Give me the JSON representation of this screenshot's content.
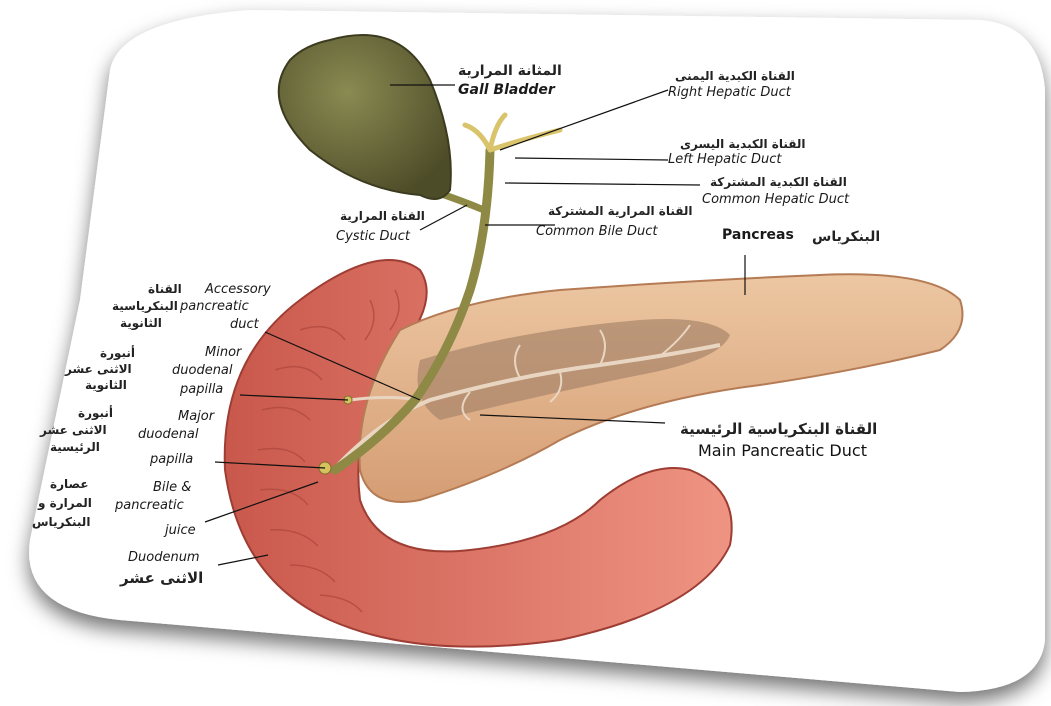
{
  "labels": {
    "gall_bladder_ar": "المثانة المرارية",
    "gall_bladder_en": "Gall Bladder",
    "right_hepatic_ar": "القناة الكبدية اليمنى",
    "right_hepatic_en": "Right Hepatic Duct",
    "left_hepatic_ar": "القناة الكبدية اليسرى",
    "left_hepatic_en": "Left Hepatic Duct",
    "common_hepatic_ar": "القناة الكبدية المشتركة",
    "common_hepatic_en": "Common Hepatic Duct",
    "cystic_ar": "القناة المرارية",
    "cystic_en": "Cystic Duct",
    "common_bile_ar": "القناة المرارية المشتركة",
    "common_bile_en": "Common Bile Duct",
    "pancreas_en": "Pancreas",
    "pancreas_ar": "البنكرياس",
    "accessory_ar_1": "القناة",
    "accessory_ar_2": "البنكرياسية",
    "accessory_ar_3": "الثانوية",
    "accessory_en_1": "Accessory",
    "accessory_en_2": "pancreatic",
    "accessory_en_3": "duct",
    "minor_ar_1": "أنبورة",
    "minor_ar_2": "الاثنى عشر",
    "minor_ar_3": "الثانوية",
    "minor_en_1": "Minor",
    "minor_en_2": "duodenal",
    "minor_en_3": "papilla",
    "major_ar_1": "أنبورة",
    "major_ar_2": "الاثنى عشر",
    "major_ar_3": "الرئيسية",
    "major_en_1": "Major",
    "major_en_2": "duodenal",
    "major_en_3": "papilla",
    "juice_ar_1": "عصارة",
    "juice_ar_2": "المرارة و",
    "juice_ar_3": "البنكرياس",
    "juice_en_1": "Bile &",
    "juice_en_2": "pancreatic",
    "juice_en_3": "juice",
    "duodenum_en": "Duodenum",
    "duodenum_ar": "الاثنى عشر",
    "main_duct_ar": "القناة البنكرياسية الرئيسية",
    "main_duct_en": "Main Pancreatic Duct"
  },
  "colors": {
    "gall_bladder": "#6b6a3c",
    "pancreas": "#e2b48e",
    "duodenum": "#e07a6c",
    "bile_duct": "#8e8a45"
  }
}
